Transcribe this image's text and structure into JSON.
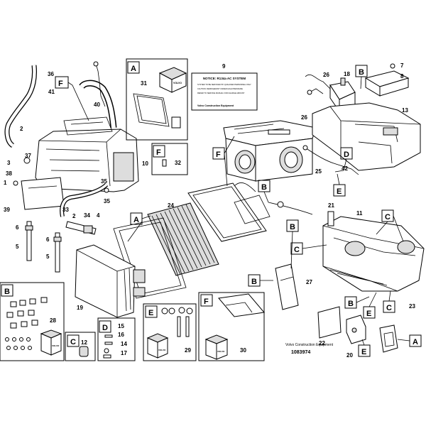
{
  "callouts": {
    "A": "A",
    "B": "B",
    "C": "C",
    "D": "D",
    "E": "E",
    "F": "F"
  },
  "numbers": {
    "n2": "2",
    "n3": "3",
    "n5": "5",
    "n6": "6",
    "n7": "7",
    "n8": "8",
    "n9": "9",
    "n10": "10",
    "n11": "11",
    "n12": "12",
    "n13": "13",
    "n14": "14",
    "n15": "15",
    "n16": "16",
    "n17": "17",
    "n18": "18",
    "n19": "19",
    "n20": "20",
    "n21": "21",
    "n22": "22",
    "n23": "23",
    "n24": "24",
    "n25": "25",
    "n26": "26",
    "n27": "27",
    "n28": "28",
    "n29": "29",
    "n30": "30",
    "n31": "31",
    "n32": "32",
    "n33": "33",
    "n34": "34",
    "n35": "35",
    "n36": "36",
    "n37": "37",
    "n38": "38",
    "n39": "39",
    "n40": "40",
    "n41": "41",
    "n42": "42",
    "n4": "4",
    "n1": "1"
  },
  "notice_label": {
    "title": "NOTICE: R134a AC SYSTEM",
    "line1": "SYSTEM TO BE SERVICED BY QUALIFIED PERSONNEL ONLY",
    "line2": "CAUTION: REFRIGERANT UNDER HIGH PRESSURE",
    "line3": "REFER TO SERVICE MANUAL FOR CHARGE AMOUNT",
    "brand": "Volvo Construction Equipment"
  },
  "kit_label": "VOLVO",
  "footer": {
    "company": "Volvo Construction Equipment",
    "drawing_number": "1083974"
  }
}
